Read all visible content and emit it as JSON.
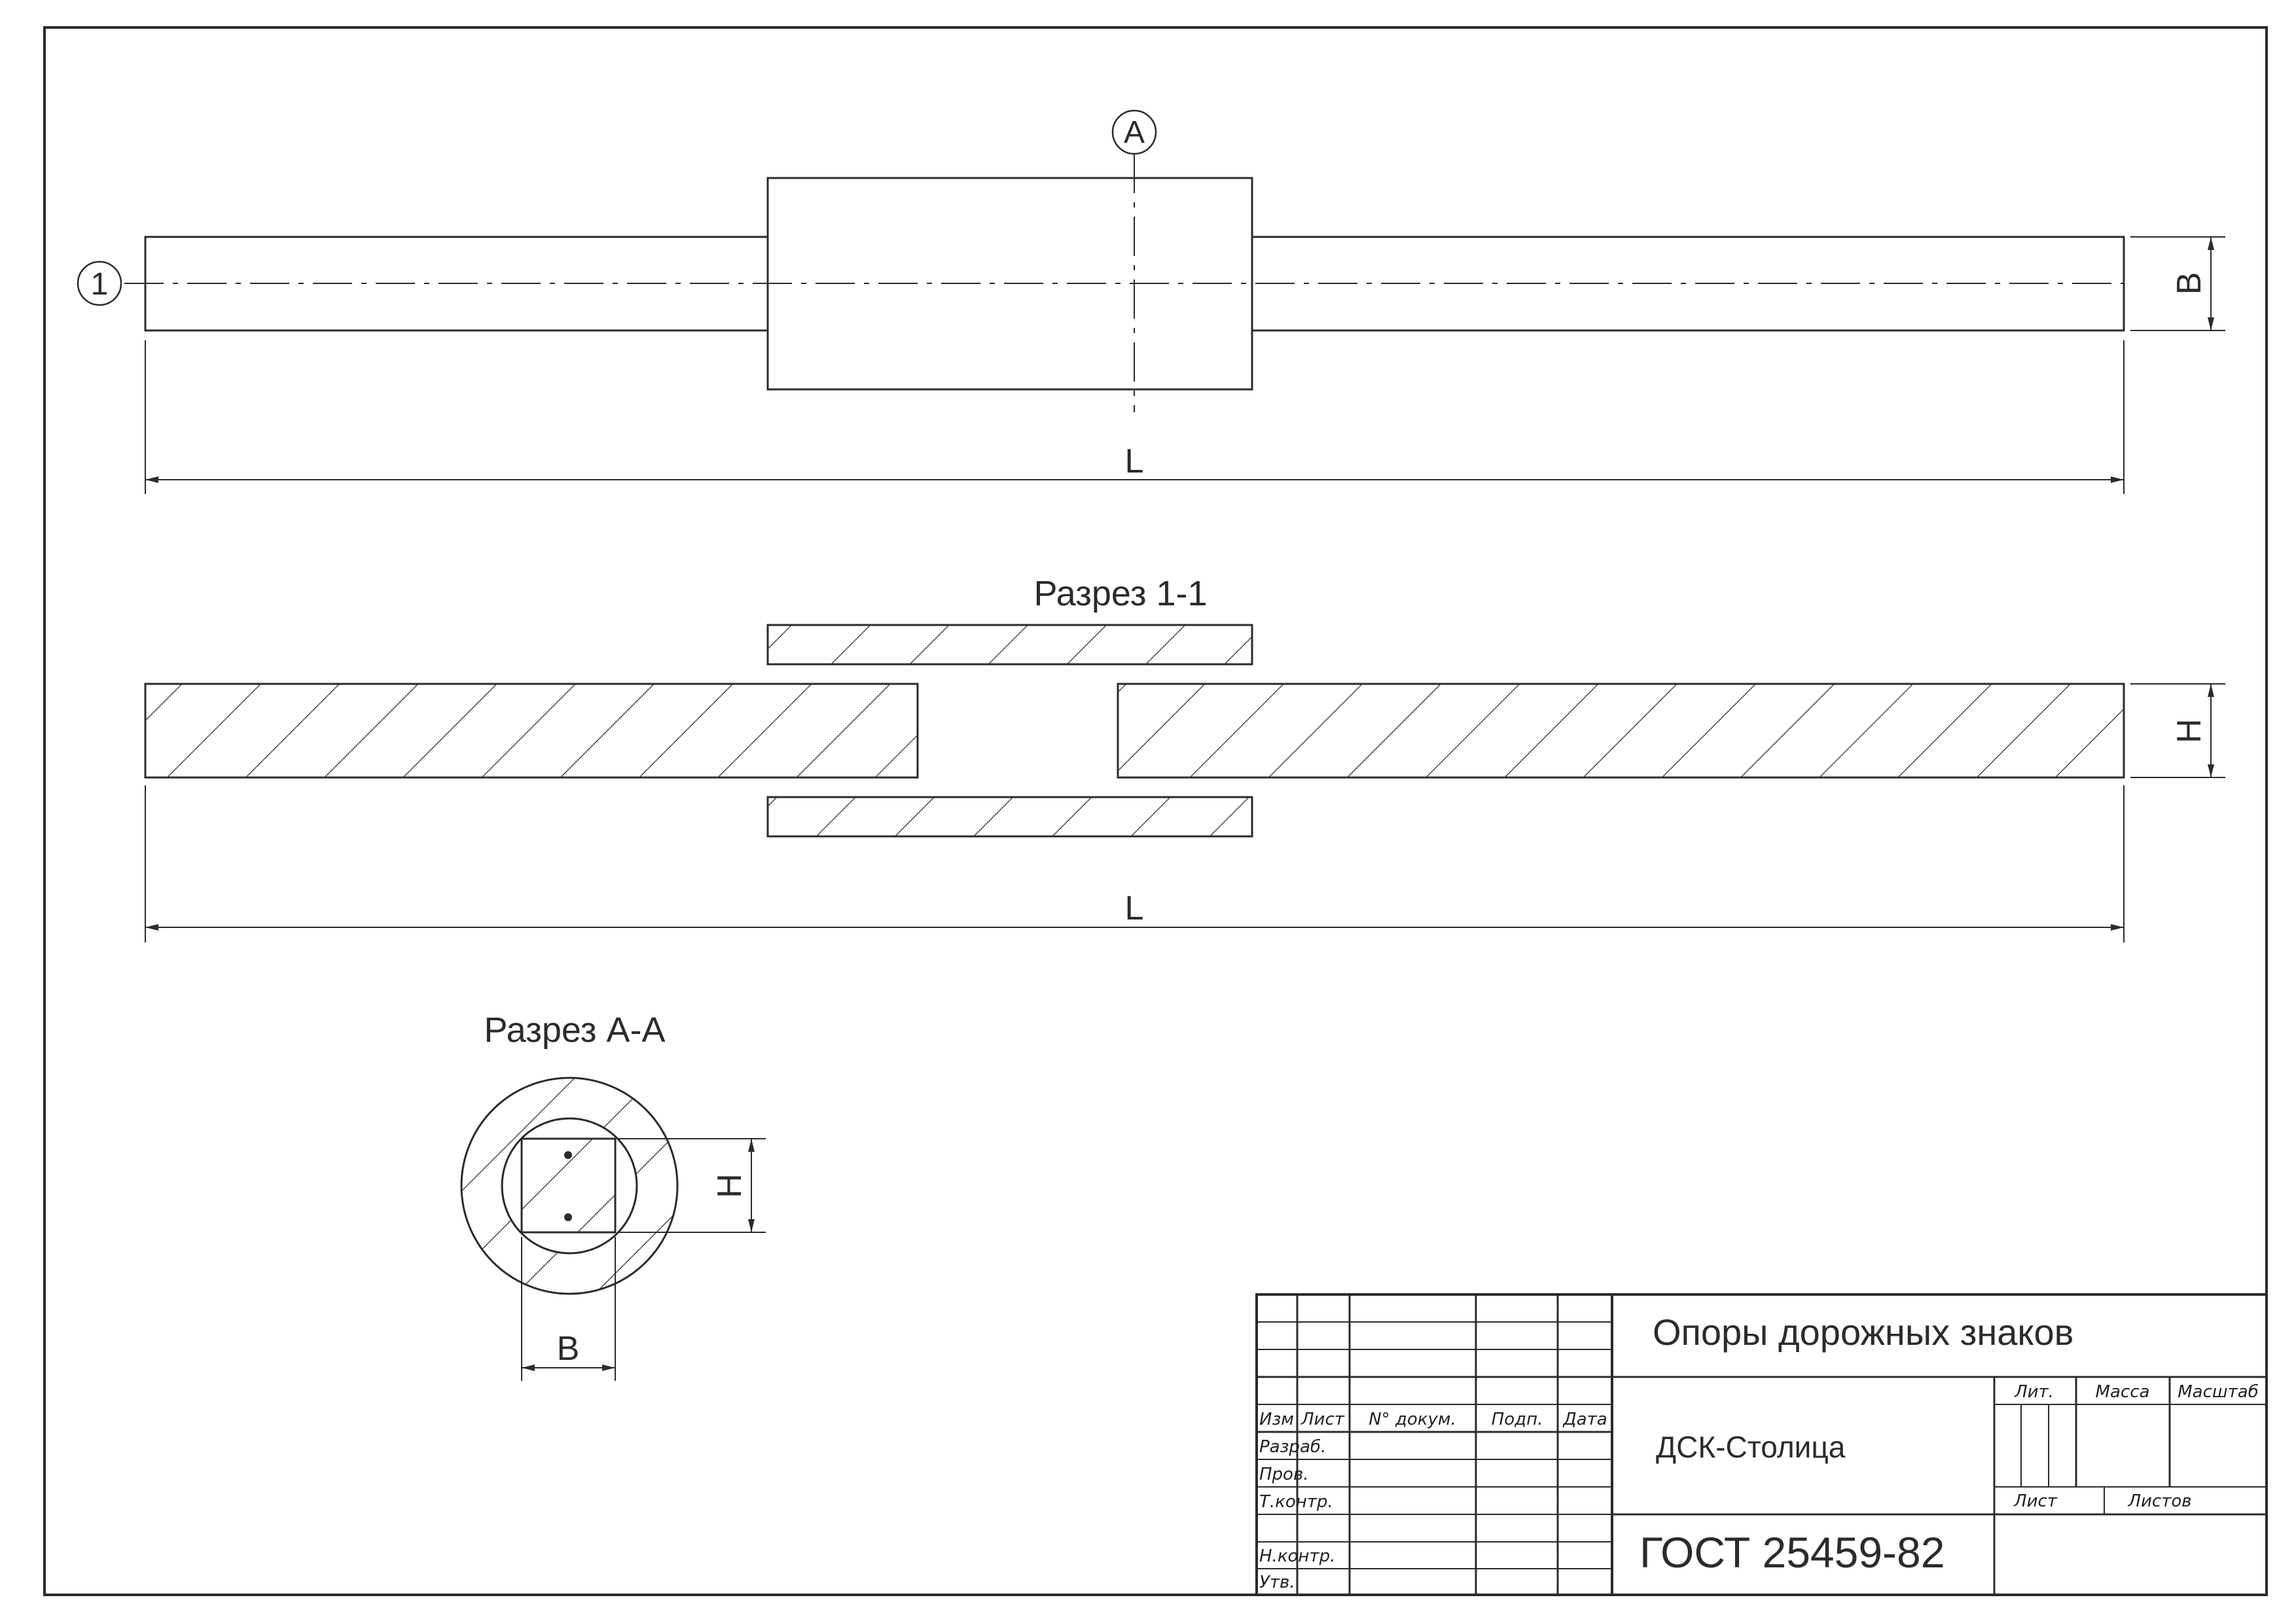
{
  "view_top": {
    "axis_marker_vertical": "A",
    "axis_marker_horizontal": "1",
    "dim_length": "L",
    "dim_width": "B"
  },
  "section_1": {
    "title": "Разрез 1-1",
    "dim_length": "L",
    "dim_height": "H"
  },
  "section_a": {
    "title": "Разрез А-А",
    "dim_height": "H",
    "dim_width": "B"
  },
  "title_block": {
    "drawing_name": "Опоры дорожных знаков",
    "organization": "ДСК-Столица",
    "document_code": "ГОСТ 25459-82",
    "header": {
      "izm": "Изм",
      "list": "Лист",
      "doc_no": "N° докум.",
      "sign": "Подп.",
      "date": "Дата"
    },
    "roles": {
      "developed": "Разраб.",
      "checked": "Пров.",
      "tech_control": "Т.контр.",
      "norm_control": "Н.контр.",
      "approved": "Утв."
    },
    "lit": "Лит.",
    "mass": "Масса",
    "scale": "Масштаб",
    "sheet": "Лист",
    "sheets": "Листов"
  },
  "colors": {
    "line": "#2b2b2b",
    "background": "#ffffff"
  }
}
